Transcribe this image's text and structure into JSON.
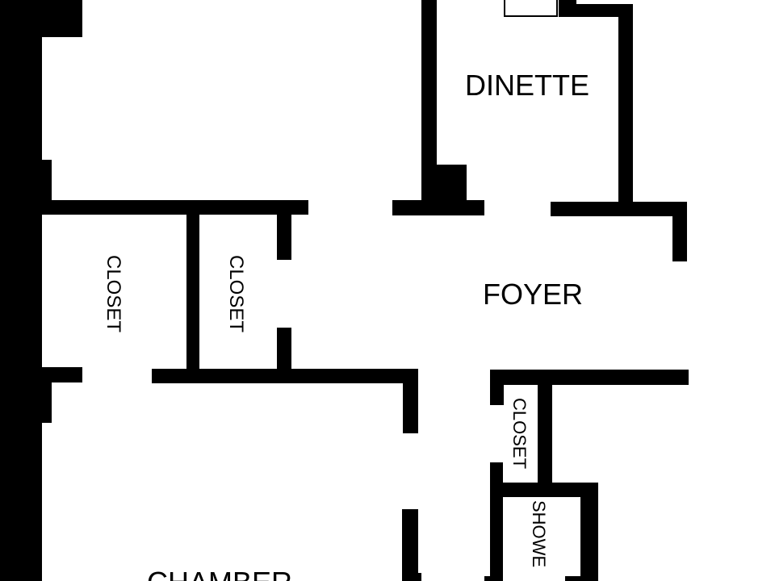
{
  "floorplan": {
    "colors": {
      "wall": "#000000",
      "background": "#ffffff"
    },
    "rooms": {
      "dinette": "DINETTE",
      "foyer": "FOYER",
      "closet_left": "CLOSET",
      "closet_middle": "CLOSET",
      "closet_right": "CLOSET",
      "shower": "SHOWE",
      "chamber": "CHAMBER"
    }
  }
}
